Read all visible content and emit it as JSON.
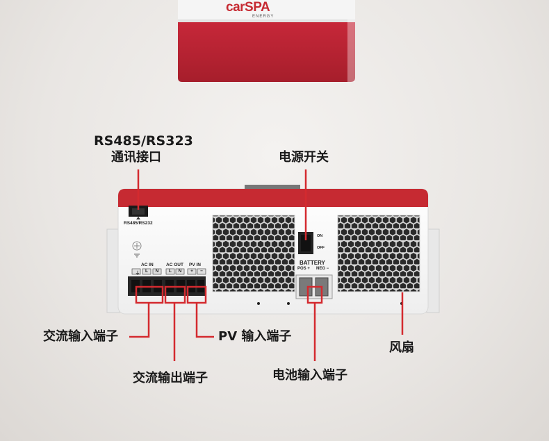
{
  "brand": {
    "name": "carSPA",
    "tagline": "ENERGY"
  },
  "labels": {
    "comm_port_line1": "RS485/RS323",
    "comm_port_line2": "通讯接口",
    "power_switch": "电源开关",
    "ac_input": "交流输入端子",
    "pv_input": "PV 输入端子",
    "fan": "风扇",
    "ac_output": "交流输出端子",
    "battery_input": "电池输入端子"
  },
  "panel": {
    "port_label": "RS485/RS232",
    "ac_in": "AC IN",
    "ac_out": "AC OUT",
    "pv_in": "PV IN",
    "ac_in_terminals": [
      "⏚",
      "L",
      "N"
    ],
    "ac_out_terminals": [
      "L",
      "N"
    ],
    "pv_in_terminals": [
      "+",
      "−"
    ],
    "switch_on": "ON",
    "switch_off": "OFF",
    "battery": "BATTERY",
    "battery_pos": "POS +",
    "battery_neg": "NEG −"
  },
  "colors": {
    "accent_red": "#c62a32",
    "line_red": "#d42a2f",
    "body_white": "#f7f7f7"
  }
}
